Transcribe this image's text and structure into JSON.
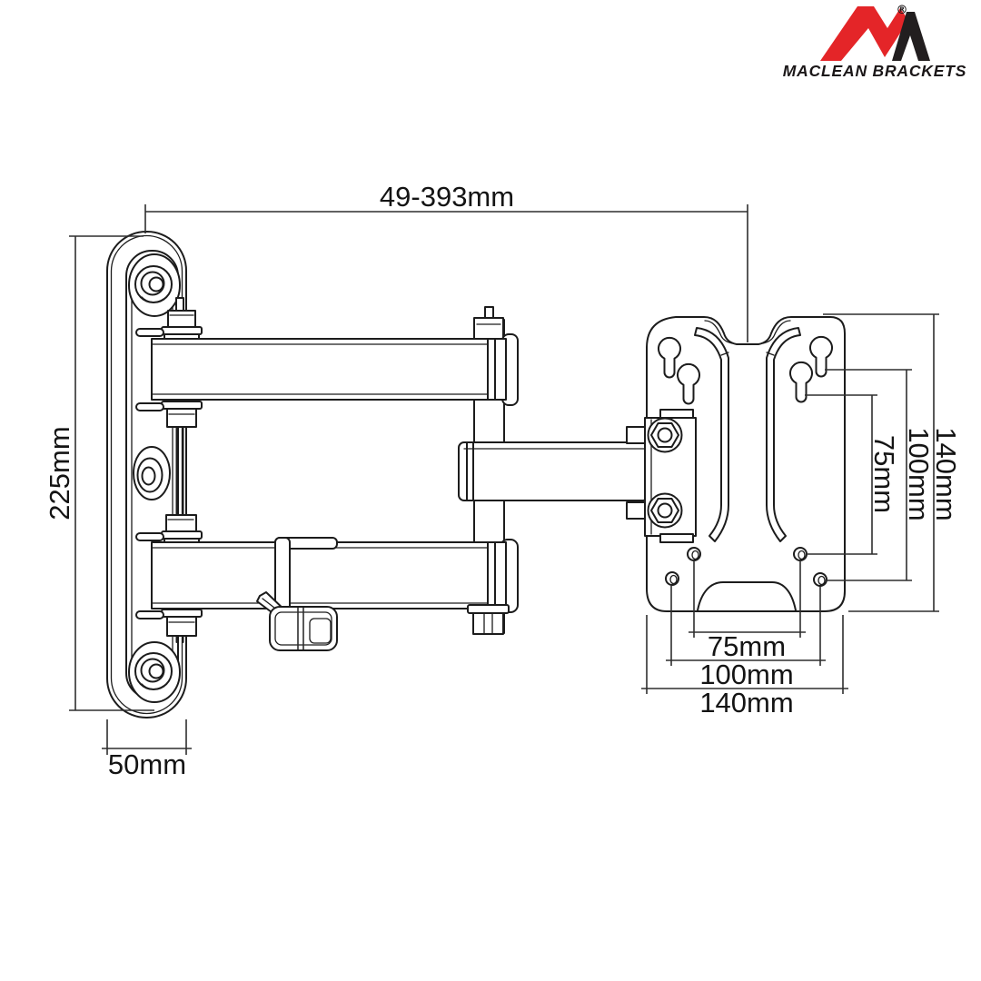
{
  "page": {
    "background": "#ffffff"
  },
  "logo": {
    "brand": "MACLEAN BRACKETS",
    "registered": "®",
    "red": "#e42528",
    "dark": "#221e1f"
  },
  "dimensions": {
    "arm_extension": "49-393mm",
    "wall_plate_height": "225mm",
    "wall_plate_width": "50mm",
    "vesa_vertical_75": "75mm",
    "vesa_vertical_100": "100mm",
    "vesa_vertical_140": "140mm",
    "vesa_horizontal_75": "75mm",
    "vesa_horizontal_100": "100mm",
    "vesa_horizontal_140": "140mm"
  }
}
